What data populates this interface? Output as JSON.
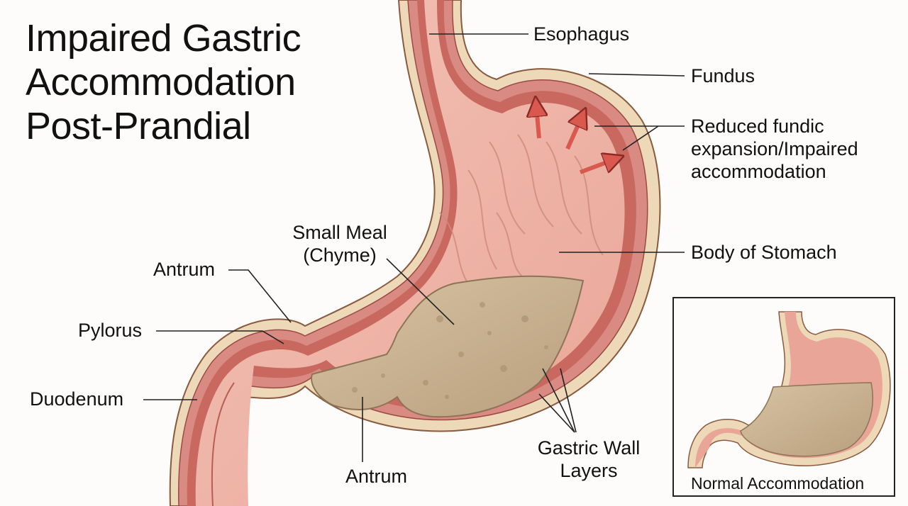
{
  "title": {
    "line1": "Impaired Gastric",
    "line2": "Accommodation",
    "line3": "Post-Prandial"
  },
  "labels": {
    "esophagus": "Esophagus",
    "fundus": "Fundus",
    "reduced_line1": "Reduced fundic",
    "reduced_line2": "expansion/Impaired",
    "reduced_line3": "accommodation",
    "body": "Body of Stomach",
    "meal_line1": "Small Meal",
    "meal_line2": "(Chyme)",
    "antrum_upper": "Antrum",
    "pylorus": "Pylorus",
    "duodenum": "Duodenum",
    "antrum_lower": "Antrum",
    "wall_line1": "Gastric Wall",
    "wall_line2": "Layers"
  },
  "inset": {
    "caption": "Normal Accommodation"
  },
  "colors": {
    "wall_outer": "#edd9b8",
    "wall_mid": "#d98b83",
    "muscle": "#c8685f",
    "lumen": "#f0b9ac",
    "chyme": "#c9b291",
    "arrow": "#d9594f",
    "leader": "#222222"
  }
}
